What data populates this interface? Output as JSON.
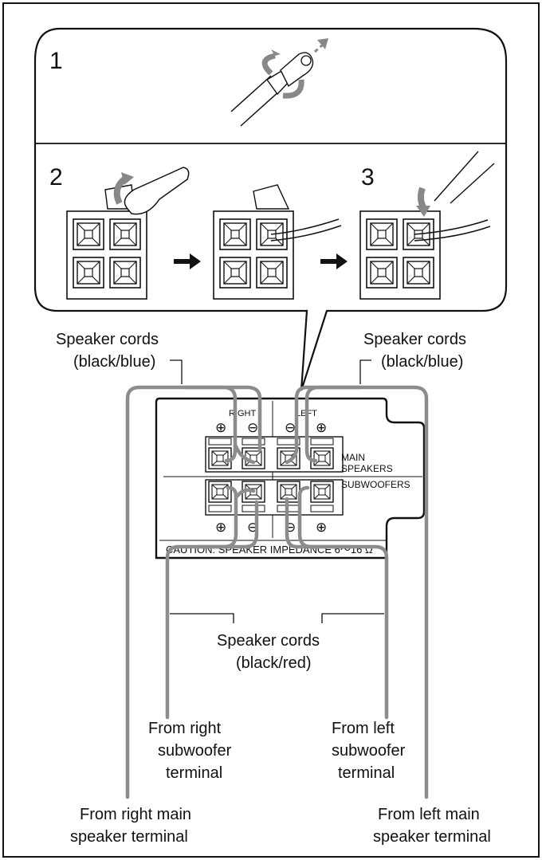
{
  "steps": {
    "s1": "1",
    "s2": "2",
    "s3": "3"
  },
  "panel": {
    "right": "RIGHT",
    "left": "LEFT",
    "main": "MAIN",
    "speakers": "SPEAKERS",
    "subwoofers": "SUBWOOFERS",
    "caution": "CAUTION:  SPEAKER  IMPEDANCE  6～16 Ω",
    "plus": "⊕",
    "minus": "⊖"
  },
  "labels": {
    "cords_tl_1": "Speaker cords",
    "cords_tl_2": "(black/blue)",
    "cords_tr_1": "Speaker cords",
    "cords_tr_2": "(black/blue)",
    "cords_mid_1": "Speaker cords",
    "cords_mid_2": "(black/red)",
    "from_right_sub_1": "From right",
    "from_right_sub_2": "subwoofer",
    "from_right_sub_3": "terminal",
    "from_left_sub_1": "From left",
    "from_left_sub_2": "subwoofer",
    "from_left_sub_3": "terminal",
    "from_right_main_1": "From right main",
    "from_right_main_2": "speaker terminal",
    "from_left_main_1": "From left main",
    "from_left_main_2": "speaker terminal"
  },
  "colors": {
    "cord": "#8c8c8c",
    "arrow": "#888888",
    "ink": "#111111"
  }
}
